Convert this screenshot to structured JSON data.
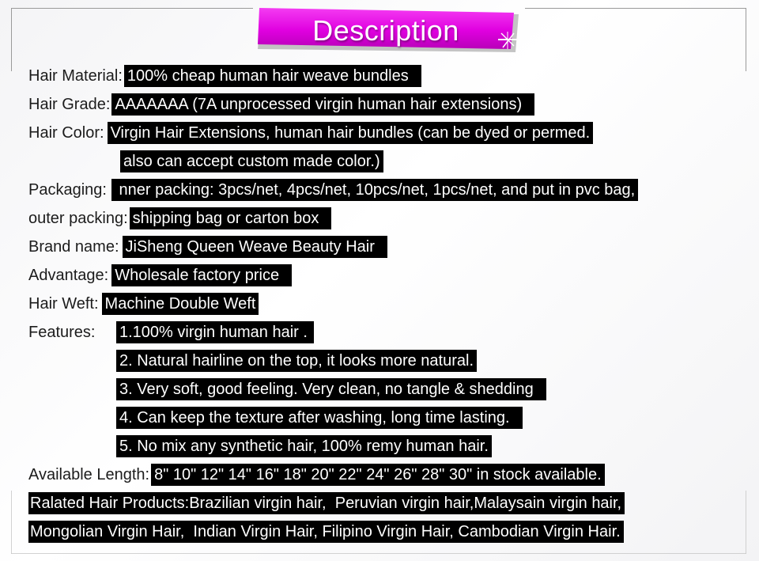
{
  "title": "Description",
  "specs": [
    {
      "label": "Hair Material:",
      "value": "100% cheap human hair weave bundles"
    },
    {
      "label": "Hair Grade:",
      "value": "AAAAAAA (7A unprocessed virgin human hair extensions)"
    },
    {
      "label": "Hair Color:",
      "value": "Virgin Hair Extensions,  human hair bundles (can be dyed or permed.",
      "cont": "also can accept custom made color.)"
    },
    {
      "label": "Packaging:",
      "value": " nner packing: 3pcs/net, 4pcs/net, 10pcs/net, 1pcs/net, and put in pvc bag,"
    },
    {
      "label": "outer packing:",
      "value": "shipping bag or carton box"
    },
    {
      "label": "Brand name:",
      "value": "JiSheng Queen Weave Beauty Hair"
    },
    {
      "label": "Advantage:",
      "value": "Wholesale factory price"
    },
    {
      "label": "Hair Weft:",
      "value": "Machine Double Weft"
    },
    {
      "label": "Features:",
      "value": "1.100% virgin human hair ."
    }
  ],
  "features_more": [
    "2. Natural hairline on the top, it looks more natural.",
    "3. Very soft, good feeling. Very clean, no tangle & shedding",
    "4. Can keep the texture after washing, long time lasting.",
    "5. No mix any synthetic hair, 100% remy human hair."
  ],
  "length": {
    "label": "Available Length:",
    "value": "8\" 10\" 12\" 14\" 16\" 18\" 20\" 22\" 24\" 26\" 28\" 30\" in stock available."
  },
  "related": [
    "Ralated Hair Products:Brazilian virgin hair,  Peruvian virgin hair,Malaysain virgin hair,",
    "Mongolian Virgin Hair,  Indian Virgin Hair, Filipino Virgin Hair, Cambodian Virgin Hair."
  ],
  "colors": {
    "accent": "#e000e0",
    "highlight": "#000000",
    "text": "#1c1c1c"
  }
}
